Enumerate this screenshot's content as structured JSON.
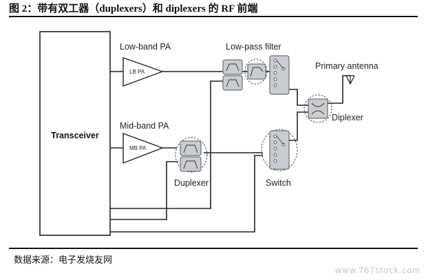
{
  "figure": {
    "title": "图 2：带有双工器（duplexers）和 diplexers 的 RF 前端",
    "source": "数据来源：电子发烧友网",
    "watermark": "www.767stock.com"
  },
  "diagram": {
    "transceiver": "Transceiver",
    "low_band_pa_label": "Low-band PA",
    "low_band_pa_inner": "LB PA",
    "mid_band_pa_label": "Mid-band PA",
    "mid_band_pa_inner": "MB PA",
    "low_pass_filter": "Low-pass filter",
    "primary_antenna": "Primary antenna",
    "diplexer": "Diplexer",
    "duplexer": "Duplexer",
    "switch": "Switch"
  }
}
